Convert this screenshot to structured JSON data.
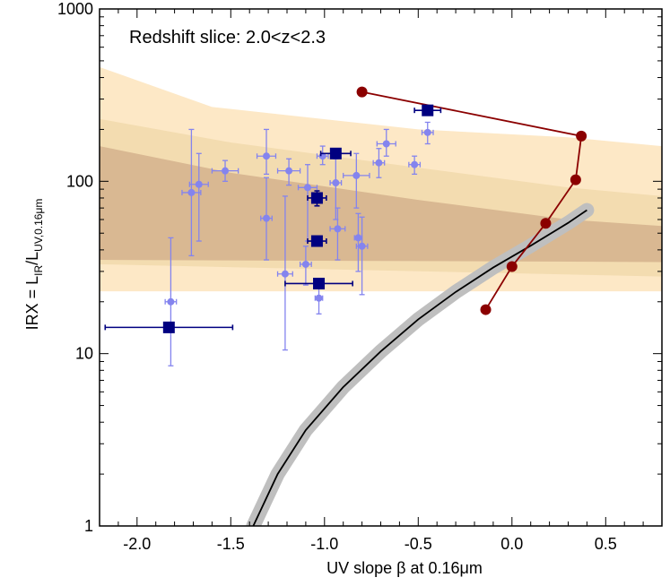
{
  "chart_data": {
    "type": "scatter",
    "annotation": "Redshift slice: 2.0<z<2.3",
    "xlabel": "UV slope β at 0.16μm",
    "ylabel": "IRX = L",
    "ylabel_sub_ir": "IR",
    "ylabel_mid": "/L",
    "ylabel_sub_uv": "UV,0.16μm",
    "xlim": [
      -2.2,
      0.8
    ],
    "ylim": [
      1,
      1000
    ],
    "yscale": "log",
    "x_tick_labels": [
      "-2.0",
      "-1.5",
      "-1.0",
      "-0.5",
      "0.0",
      "0.5"
    ],
    "x_tick_values": [
      -2.0,
      -1.5,
      -1.0,
      -0.5,
      0.0,
      0.5
    ],
    "y_tick_labels": [
      "1",
      "10",
      "100",
      "1000"
    ],
    "y_tick_values": [
      1,
      10,
      100,
      1000
    ],
    "grid": false,
    "series": [
      {
        "style": "individual",
        "color": "#8484ee",
        "points": [
          {
            "x": -1.82,
            "y": 20,
            "xerr": 0.03,
            "ylo": 8.5,
            "yhi": 47
          },
          {
            "x": -1.71,
            "y": 86,
            "xerr": 0.05,
            "ylo": 37,
            "yhi": 200
          },
          {
            "x": -1.67,
            "y": 96,
            "xerr": 0.05,
            "ylo": 45,
            "yhi": 145
          },
          {
            "x": -1.53,
            "y": 115,
            "xerr": 0.07,
            "ylo": 100,
            "yhi": 132
          },
          {
            "x": -1.31,
            "y": 140,
            "xerr": 0.05,
            "ylo": 110,
            "yhi": 200
          },
          {
            "x": -1.31,
            "y": 61,
            "xerr": 0.03,
            "ylo": 35,
            "yhi": 105
          },
          {
            "x": -1.21,
            "y": 29,
            "xerr": 0.04,
            "ylo": 10.5,
            "yhi": 82
          },
          {
            "x": -1.19,
            "y": 115,
            "xerr": 0.06,
            "ylo": 95,
            "yhi": 135
          },
          {
            "x": -1.1,
            "y": 33,
            "xerr": 0.03,
            "ylo": 25,
            "yhi": 42
          },
          {
            "x": -1.09,
            "y": 92,
            "xerr": 0.05,
            "ylo": 45,
            "yhi": 125
          },
          {
            "x": -1.03,
            "y": 21,
            "xerr": 0.02,
            "ylo": 17,
            "yhi": 26
          },
          {
            "x": -1.01,
            "y": 140,
            "xerr": 0.03,
            "ylo": 125,
            "yhi": 160
          },
          {
            "x": -0.94,
            "y": 98,
            "xerr": 0.03,
            "ylo": 60,
            "yhi": 135
          },
          {
            "x": -0.93,
            "y": 53,
            "xerr": 0.04,
            "ylo": 35,
            "yhi": 70
          },
          {
            "x": -0.83,
            "y": 108,
            "xerr": 0.07,
            "ylo": 70,
            "yhi": 145
          },
          {
            "x": -0.82,
            "y": 47,
            "xerr": 0.02,
            "ylo": 30,
            "yhi": 65
          },
          {
            "x": -0.8,
            "y": 42,
            "xerr": 0.03,
            "ylo": 22,
            "yhi": 62
          },
          {
            "x": -0.71,
            "y": 128,
            "xerr": 0.03,
            "ylo": 105,
            "yhi": 155
          },
          {
            "x": -0.67,
            "y": 165,
            "xerr": 0.05,
            "ylo": 140,
            "yhi": 200
          },
          {
            "x": -0.52,
            "y": 125,
            "xerr": 0.03,
            "ylo": 110,
            "yhi": 140
          },
          {
            "x": -0.45,
            "y": 192,
            "xerr": 0.03,
            "ylo": 165,
            "yhi": 220
          }
        ]
      },
      {
        "style": "binned",
        "color": "#000080",
        "points": [
          {
            "x": -1.83,
            "y": 14.2,
            "xerr": 0.34,
            "ylo": 13.4,
            "yhi": 15.0
          },
          {
            "x": -1.03,
            "y": 25.5,
            "xerr": 0.18,
            "ylo": 24.5,
            "yhi": 26.5
          },
          {
            "x": -1.04,
            "y": 45,
            "xerr": 0.05,
            "ylo": 43,
            "yhi": 47
          },
          {
            "x": -1.04,
            "y": 80,
            "xerr": 0.05,
            "ylo": 72,
            "yhi": 88
          },
          {
            "x": -0.94,
            "y": 145,
            "xerr": 0.08,
            "ylo": 138,
            "yhi": 152
          },
          {
            "x": -0.45,
            "y": 258,
            "xerr": 0.07,
            "ylo": 250,
            "yhi": 266
          }
        ]
      },
      {
        "style": "track",
        "color": "#8b0000",
        "points": [
          {
            "x": -0.8,
            "y": 330
          },
          {
            "x": 0.37,
            "y": 183
          },
          {
            "x": 0.34,
            "y": 102
          },
          {
            "x": 0.18,
            "y": 57
          },
          {
            "x": 0.0,
            "y": 32
          },
          {
            "x": -0.14,
            "y": 18
          }
        ]
      },
      {
        "style": "curve",
        "color": "#000000",
        "band_color": "#bfbfbf",
        "points": [
          {
            "x": -1.38,
            "y": 1.0
          },
          {
            "x": -1.25,
            "y": 2.0
          },
          {
            "x": -1.1,
            "y": 3.6
          },
          {
            "x": -0.9,
            "y": 6.4
          },
          {
            "x": -0.7,
            "y": 10.3
          },
          {
            "x": -0.5,
            "y": 15.8
          },
          {
            "x": -0.3,
            "y": 22.8
          },
          {
            "x": -0.1,
            "y": 31.6
          },
          {
            "x": 0.1,
            "y": 42.3
          },
          {
            "x": 0.3,
            "y": 57.4
          },
          {
            "x": 0.4,
            "y": 68
          }
        ]
      }
    ],
    "bands": [
      {
        "color": "#fde8c6",
        "lower": [
          [
            -2.2,
            23
          ],
          [
            0.8,
            23
          ]
        ],
        "upper": [
          [
            -2.2,
            460
          ],
          [
            -1.6,
            270
          ],
          [
            -0.5,
            200
          ],
          [
            0.3,
            180
          ],
          [
            0.8,
            160
          ]
        ]
      },
      {
        "color": "#f3dcb0",
        "lower": [
          [
            -2.2,
            33
          ],
          [
            0.8,
            28
          ]
        ],
        "upper": [
          [
            -2.2,
            230
          ],
          [
            -1.5,
            168
          ],
          [
            -0.5,
            120
          ],
          [
            0.3,
            92
          ],
          [
            0.8,
            82
          ]
        ]
      },
      {
        "color": "#d9b892",
        "lower": [
          [
            -2.2,
            35
          ],
          [
            0.8,
            34
          ]
        ],
        "upper": [
          [
            -2.2,
            160
          ],
          [
            -1.5,
            112
          ],
          [
            -0.5,
            78
          ],
          [
            0.3,
            60
          ],
          [
            0.8,
            55
          ]
        ]
      }
    ]
  }
}
